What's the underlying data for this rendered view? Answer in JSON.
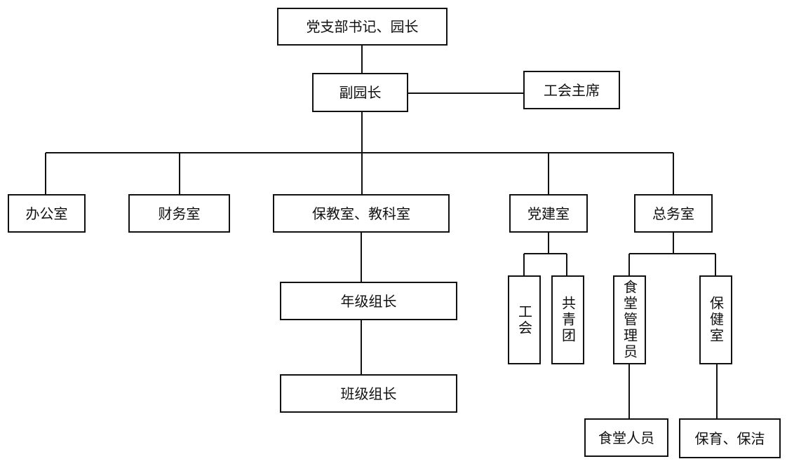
{
  "org_chart": {
    "secretary_director": "党支部书记、园长",
    "vice_director": "副园长",
    "union_chair": "工会主席",
    "office": "办公室",
    "finance": "财务室",
    "education": "保教室、教科室",
    "party_building": "党建室",
    "general_affairs": "总务室",
    "grade_leader": "年级组长",
    "class_leader": "班级组长",
    "union": "工会",
    "youth_league": "共青团",
    "canteen_manager": "食堂管理员",
    "health_room": "保健室",
    "canteen_staff": "食堂人员",
    "care_cleaning": "保育、保洁"
  },
  "colors": {
    "line": "#111111",
    "box_border": "#111111",
    "background": "#ffffff"
  }
}
